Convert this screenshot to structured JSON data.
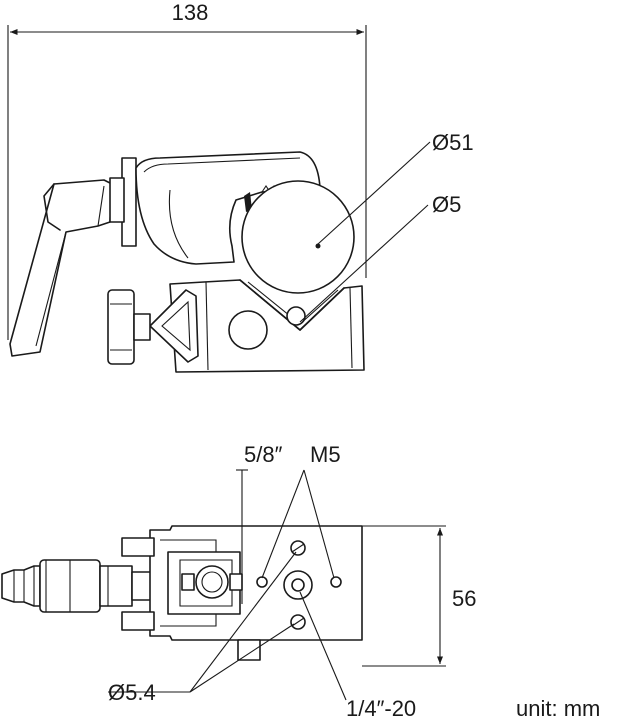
{
  "top_view": {
    "width_dimension": "138",
    "tube_diameter": "Ø51",
    "pin_diameter": "Ø5"
  },
  "bottom_view": {
    "thread_large": "5/8″",
    "thread_metric": "M5",
    "height_dimension": "56",
    "hole_diameter": "Ø5.4",
    "thread_small": "1/4″-20"
  },
  "unit_note": "unit: mm"
}
